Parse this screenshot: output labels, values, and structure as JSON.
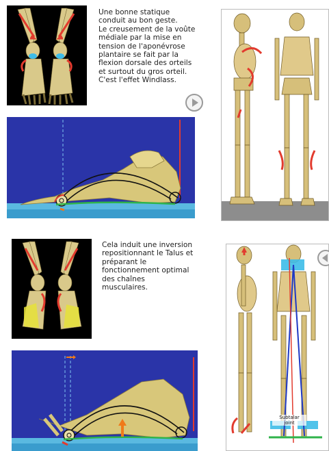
{
  "section_top": {
    "text": "Une bonne statique\nconduit au bon geste.\nLe creusement de la voûte\nmédiale par la mise en\ntension de l'aponévrose\nplantaire se fait par la\nflexion dorsale des orteils\net surtout du gros orteil.\nC'est l'effet Windlass.",
    "play_icon": "play-icon"
  },
  "section_bottom": {
    "text": "Cela induit une inversion\nrepositionnant le Talus et\npréparant le\nfonctionnement optimal\ndes chaînes\nmusculaires.",
    "back_icon": "chevron-left-icon",
    "label_subtalar": "Subtalar\njoint"
  },
  "colors": {
    "foot_panel_bg": "#2a34a8",
    "bone": "#d8c77a",
    "arrow": "#e23b2e",
    "accent_green": "#2fb34a",
    "floor": "#5ab9e0",
    "grey_floor": "#8d8d8d"
  }
}
